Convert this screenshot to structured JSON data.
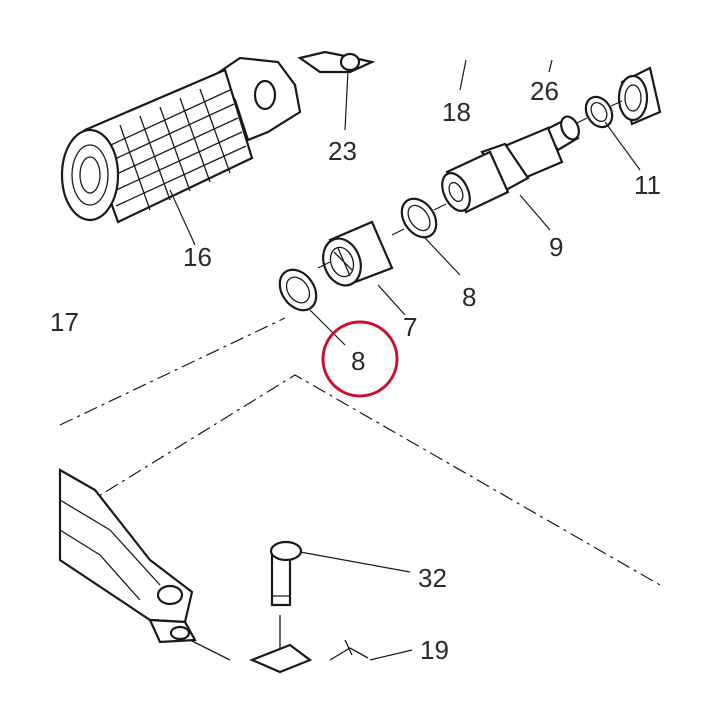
{
  "diagram": {
    "labels": {
      "p16": "16",
      "p23": "23",
      "p18": "18",
      "p26": "26",
      "p11": "11",
      "p9": "9",
      "p8a": "8",
      "p8b": "8",
      "p7": "7",
      "p17": "17",
      "p32": "32",
      "p19": "19"
    },
    "highlight_color": "#c8102e"
  }
}
